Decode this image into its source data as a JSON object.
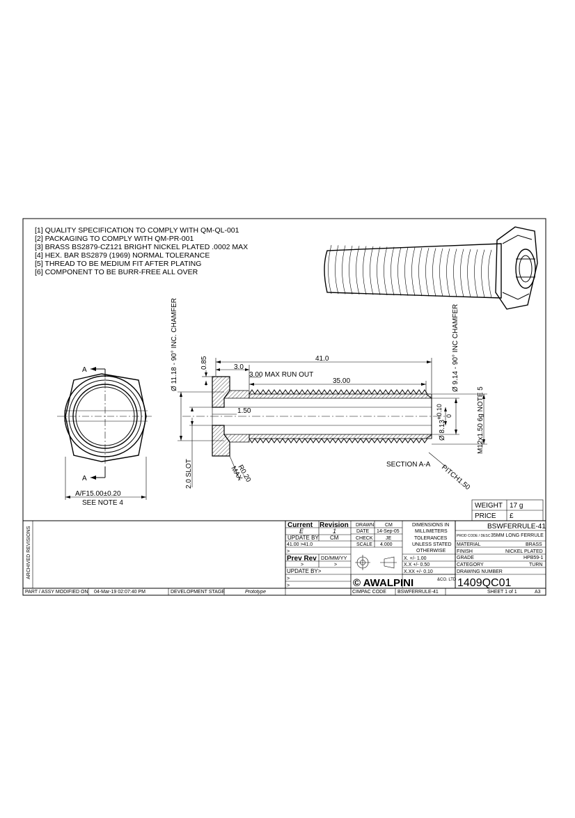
{
  "notes": [
    "[1] QUALITY SPECIFICATION TO COMPLY WITH QM-QL-001",
    "[2] PACKAGING TO COMPLY WITH QM-PR-001",
    "[3] BRASS BS2879-CZ121 BRIGHT NICKEL PLATED .0002 MAX",
    "[4] HEX. BAR BS2879 (1969) NORMAL TOLERANCE",
    "[5] THREAD TO BE MEDIUM FIT AFTER PLATING",
    "[6] COMPONENT TO BE BURR-FREE ALL OVER"
  ],
  "dims": {
    "chamfer_left": "Ø 11.18 - 90° INC. CHAMFER",
    "chamfer_right": "Ø 9.14 - 90° INC CHAMFER",
    "d085": "0.85",
    "d30": "3.0",
    "d410": "41.0",
    "runout": "3.00 MAX RUN OUT",
    "d3500": "35.00",
    "d150": "1.50",
    "slot": "2.0 SLOT",
    "radius": "R0.20",
    "radius_max": "MAX",
    "bore": "Ø 8.13",
    "bore_tol_plus": "+0.10",
    "bore_tol_zero": "0",
    "thread": "M12x1.50 6g NOTE 5",
    "pitch": "PITCH1.50",
    "section": "SECTION  A-A",
    "section_a": "A",
    "af": "A/F15.00±0.20",
    "see_note": "SEE NOTE 4"
  },
  "weight_label": "WEIGHT",
  "weight_value": "17 g",
  "price_label": "PRICE",
  "price_value": "£",
  "archived_revisions": "ARCHIVED  REVISIONS",
  "rev": {
    "current": "Current",
    "revision": "Revision",
    "current_val": "E",
    "revision_val": "1",
    "update_by": "UPDATE BY",
    "update_by_val": "CM",
    "change": "41.00 >41.0",
    "arrow": ">",
    "prev_rev": "Prev Rev",
    "date_fmt": "DD/MM/YY",
    "update_by2": "UPDATE BY>"
  },
  "drawn": {
    "drawn_label": "DRAWN",
    "drawn_val": "CM",
    "date_label": "DATE",
    "date_val": "14-Sep-05",
    "check_label": "CHECK",
    "check_val": "JE",
    "scale_label": "SCALE",
    "scale_val": "4.000"
  },
  "tolerances": {
    "l1": "DIMENSIONS IN",
    "l2": "MILLIMETERS",
    "l3": "TOLERANCES",
    "l4": "UNLESS STATED",
    "l5": "OTHERWISE",
    "t1": "X.   +/-  1.00",
    "t2": "X.X  +/-  0.50",
    "t3": "X.XX  +/-  0.10"
  },
  "title": {
    "part": "BSWFERRULE-41",
    "prod_code_label": "PROD CODE / DESC",
    "description": "35MM LONG FERRULE",
    "material_label": "MATERIAL",
    "material_val": "BRASS",
    "finish_label": "FINISH",
    "finish_val": "NICKEL PLATED",
    "grade_label": "GRADE",
    "grade_val": "HPB59-1",
    "category_label": "CATEGORY",
    "category_val": "TURN",
    "drawing_number_label": "DRAWING NUMBER",
    "drawing_number": "1409QC01",
    "sheet": "SHEET   1   of   1",
    "size": "A3",
    "company": "© AWALPINI",
    "company_suffix": "&CO. LTD",
    "cimpac_label": "CIMPAC CODE",
    "cimpac_val": "BSWFERRULE-41"
  },
  "footer": {
    "modified_label": "PART / ASSY  MODIFIED ON",
    "modified_val": "04-Mar-19 02:07:40 PM",
    "stage_label": "DEVELOPMENT STAGE",
    "stage_val": "Prototype"
  }
}
